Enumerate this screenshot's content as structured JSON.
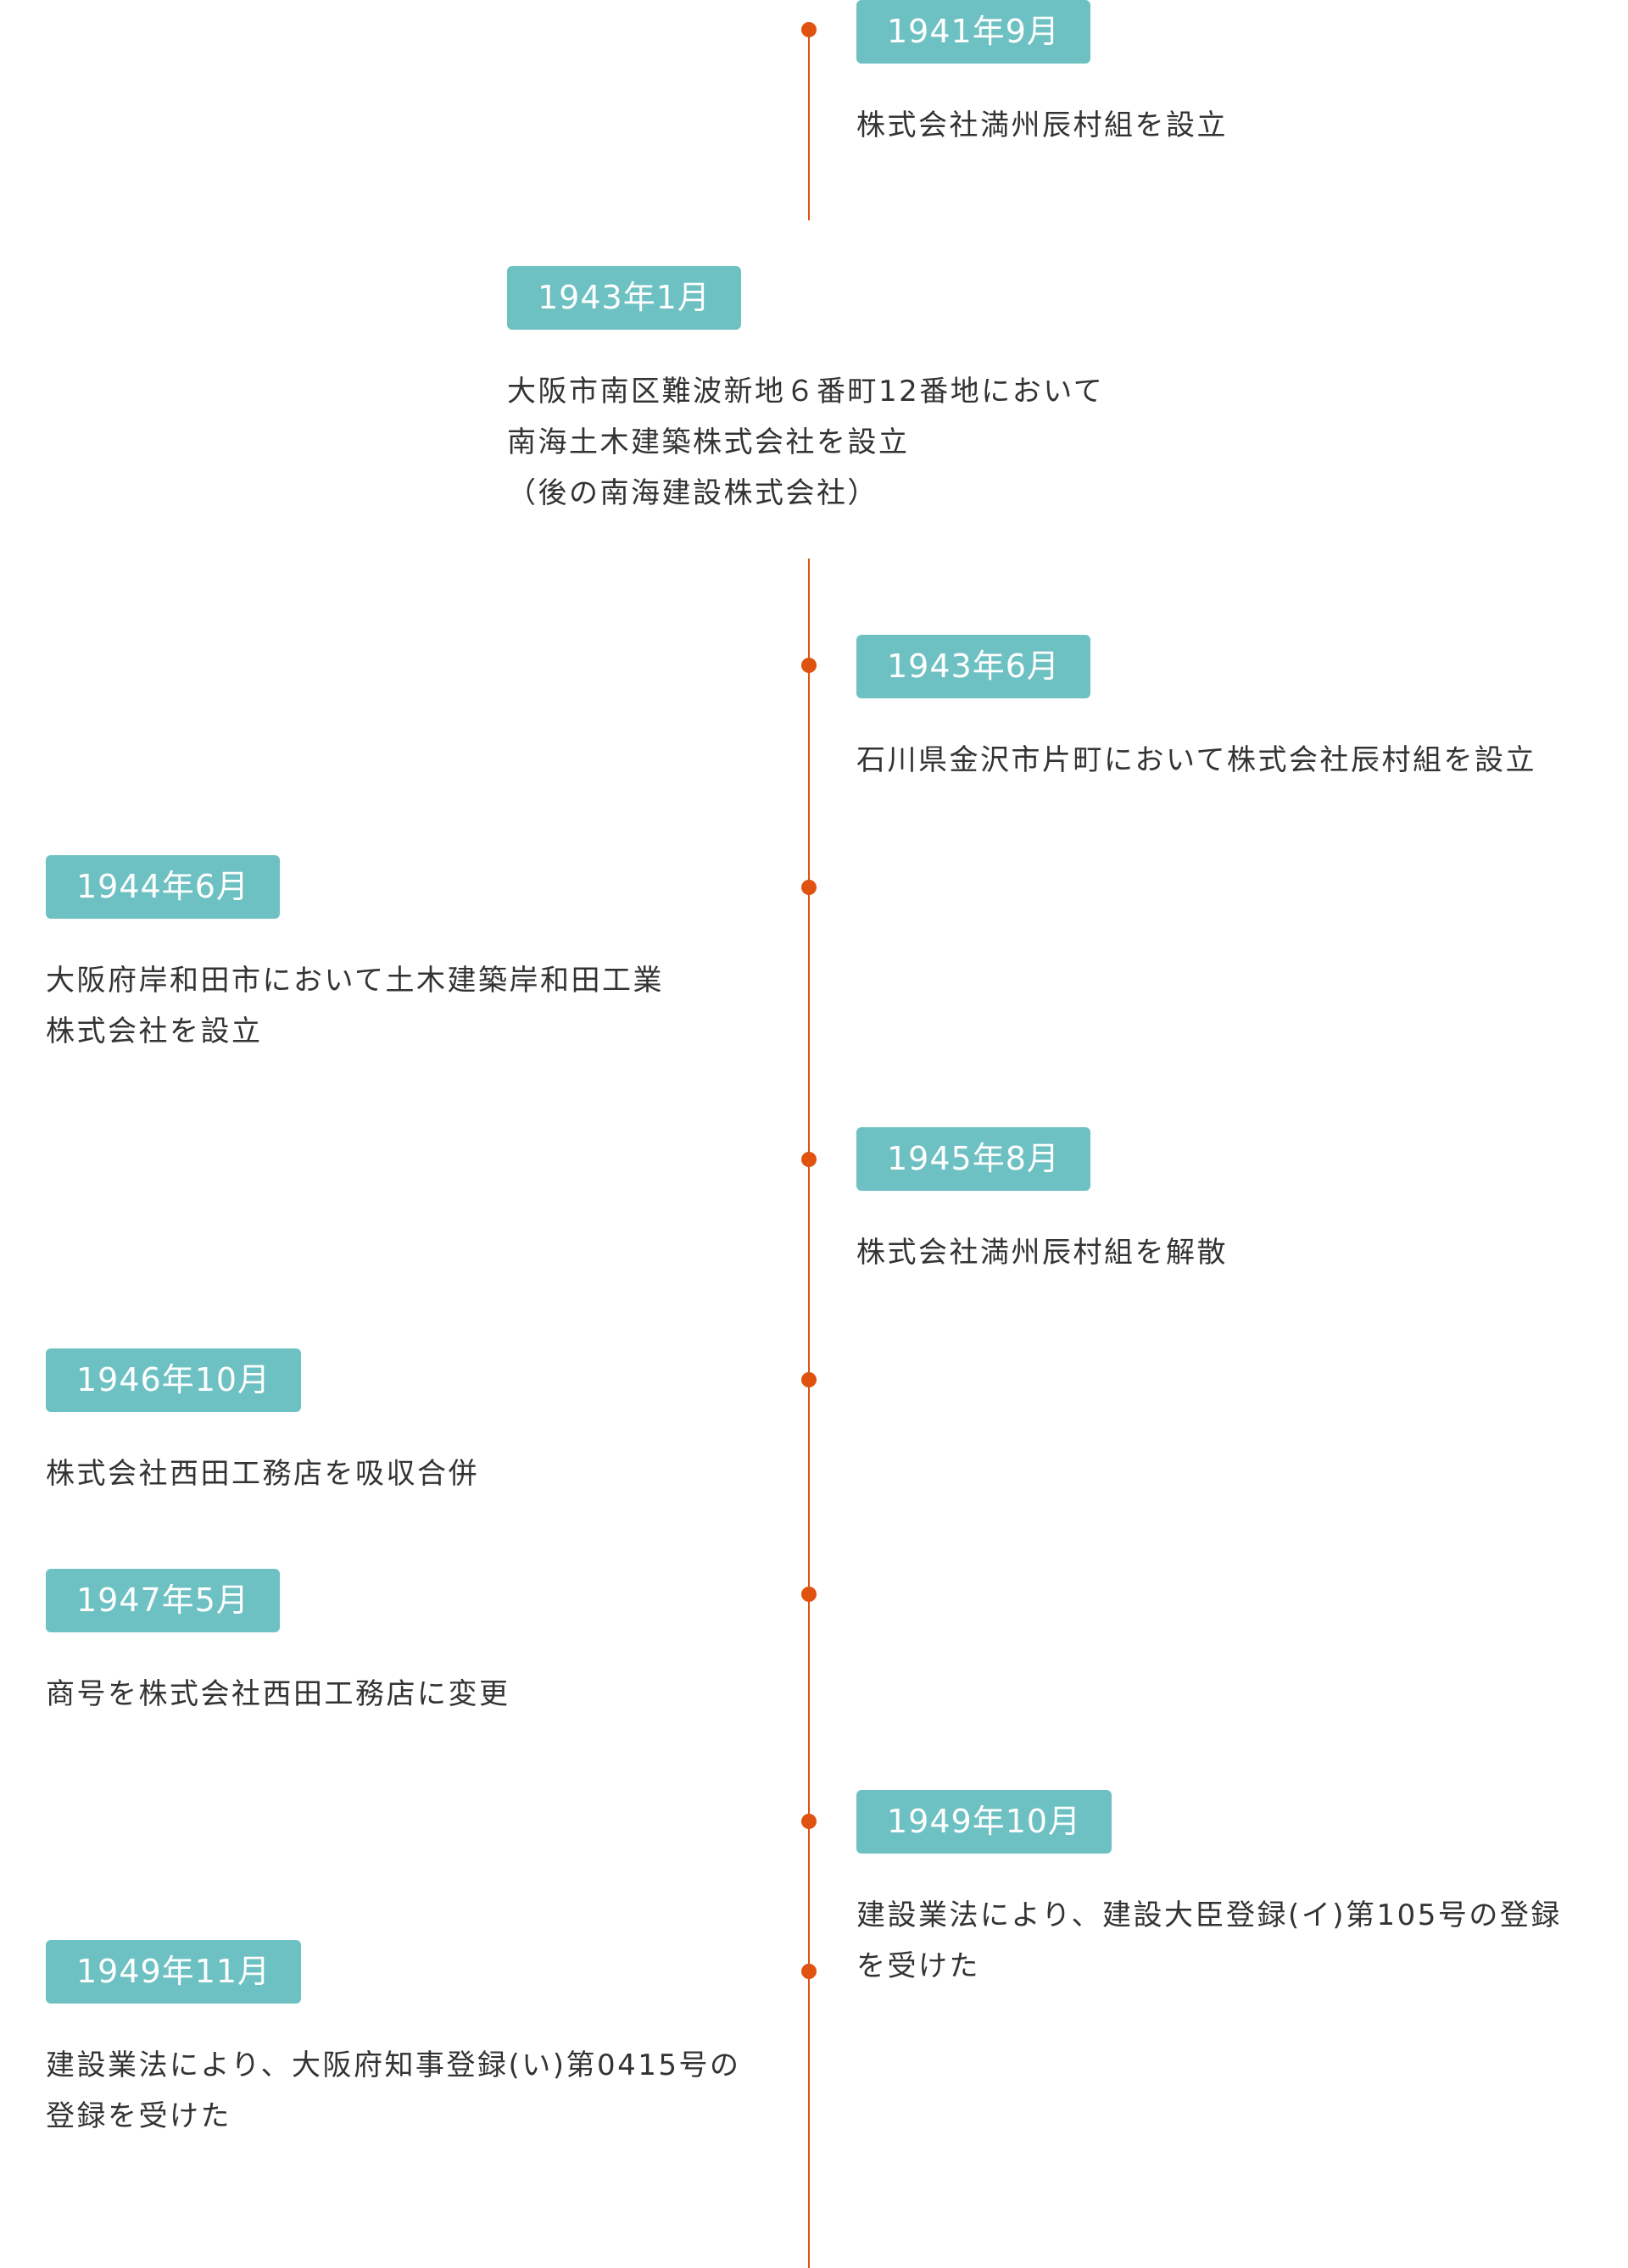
{
  "colors": {
    "badge": "#6EC1C3",
    "accent": "#E0520F",
    "text": "#333333"
  },
  "events": [
    {
      "date": "1941年9月",
      "lines": [
        "株式会社満州辰村組を設立"
      ]
    },
    {
      "date": "1943年1月",
      "lines": [
        "大阪市南区難波新地６番町12番地において",
        "南海土木建築株式会社を設立",
        "（後の南海建設株式会社）"
      ]
    },
    {
      "date": "1943年6月",
      "lines": [
        "石川県金沢市片町において株式会社辰村組を設立"
      ]
    },
    {
      "date": "1944年6月",
      "lines": [
        "大阪府岸和田市において土木建築岸和田工業",
        "株式会社を設立"
      ]
    },
    {
      "date": "1945年8月",
      "lines": [
        "株式会社満州辰村組を解散"
      ]
    },
    {
      "date": "1946年10月",
      "lines": [
        "株式会社西田工務店を吸収合併"
      ]
    },
    {
      "date": "1947年5月",
      "lines": [
        "商号を株式会社西田工務店に変更"
      ]
    },
    {
      "date": "1949年10月",
      "lines": [
        "建設業法により、建設大臣登録(イ)第105号の登録",
        "を受けた"
      ]
    },
    {
      "date": "1949年11月",
      "lines": [
        "建設業法により、大阪府知事登録(い)第0415号の",
        "登録を受けた"
      ]
    }
  ]
}
